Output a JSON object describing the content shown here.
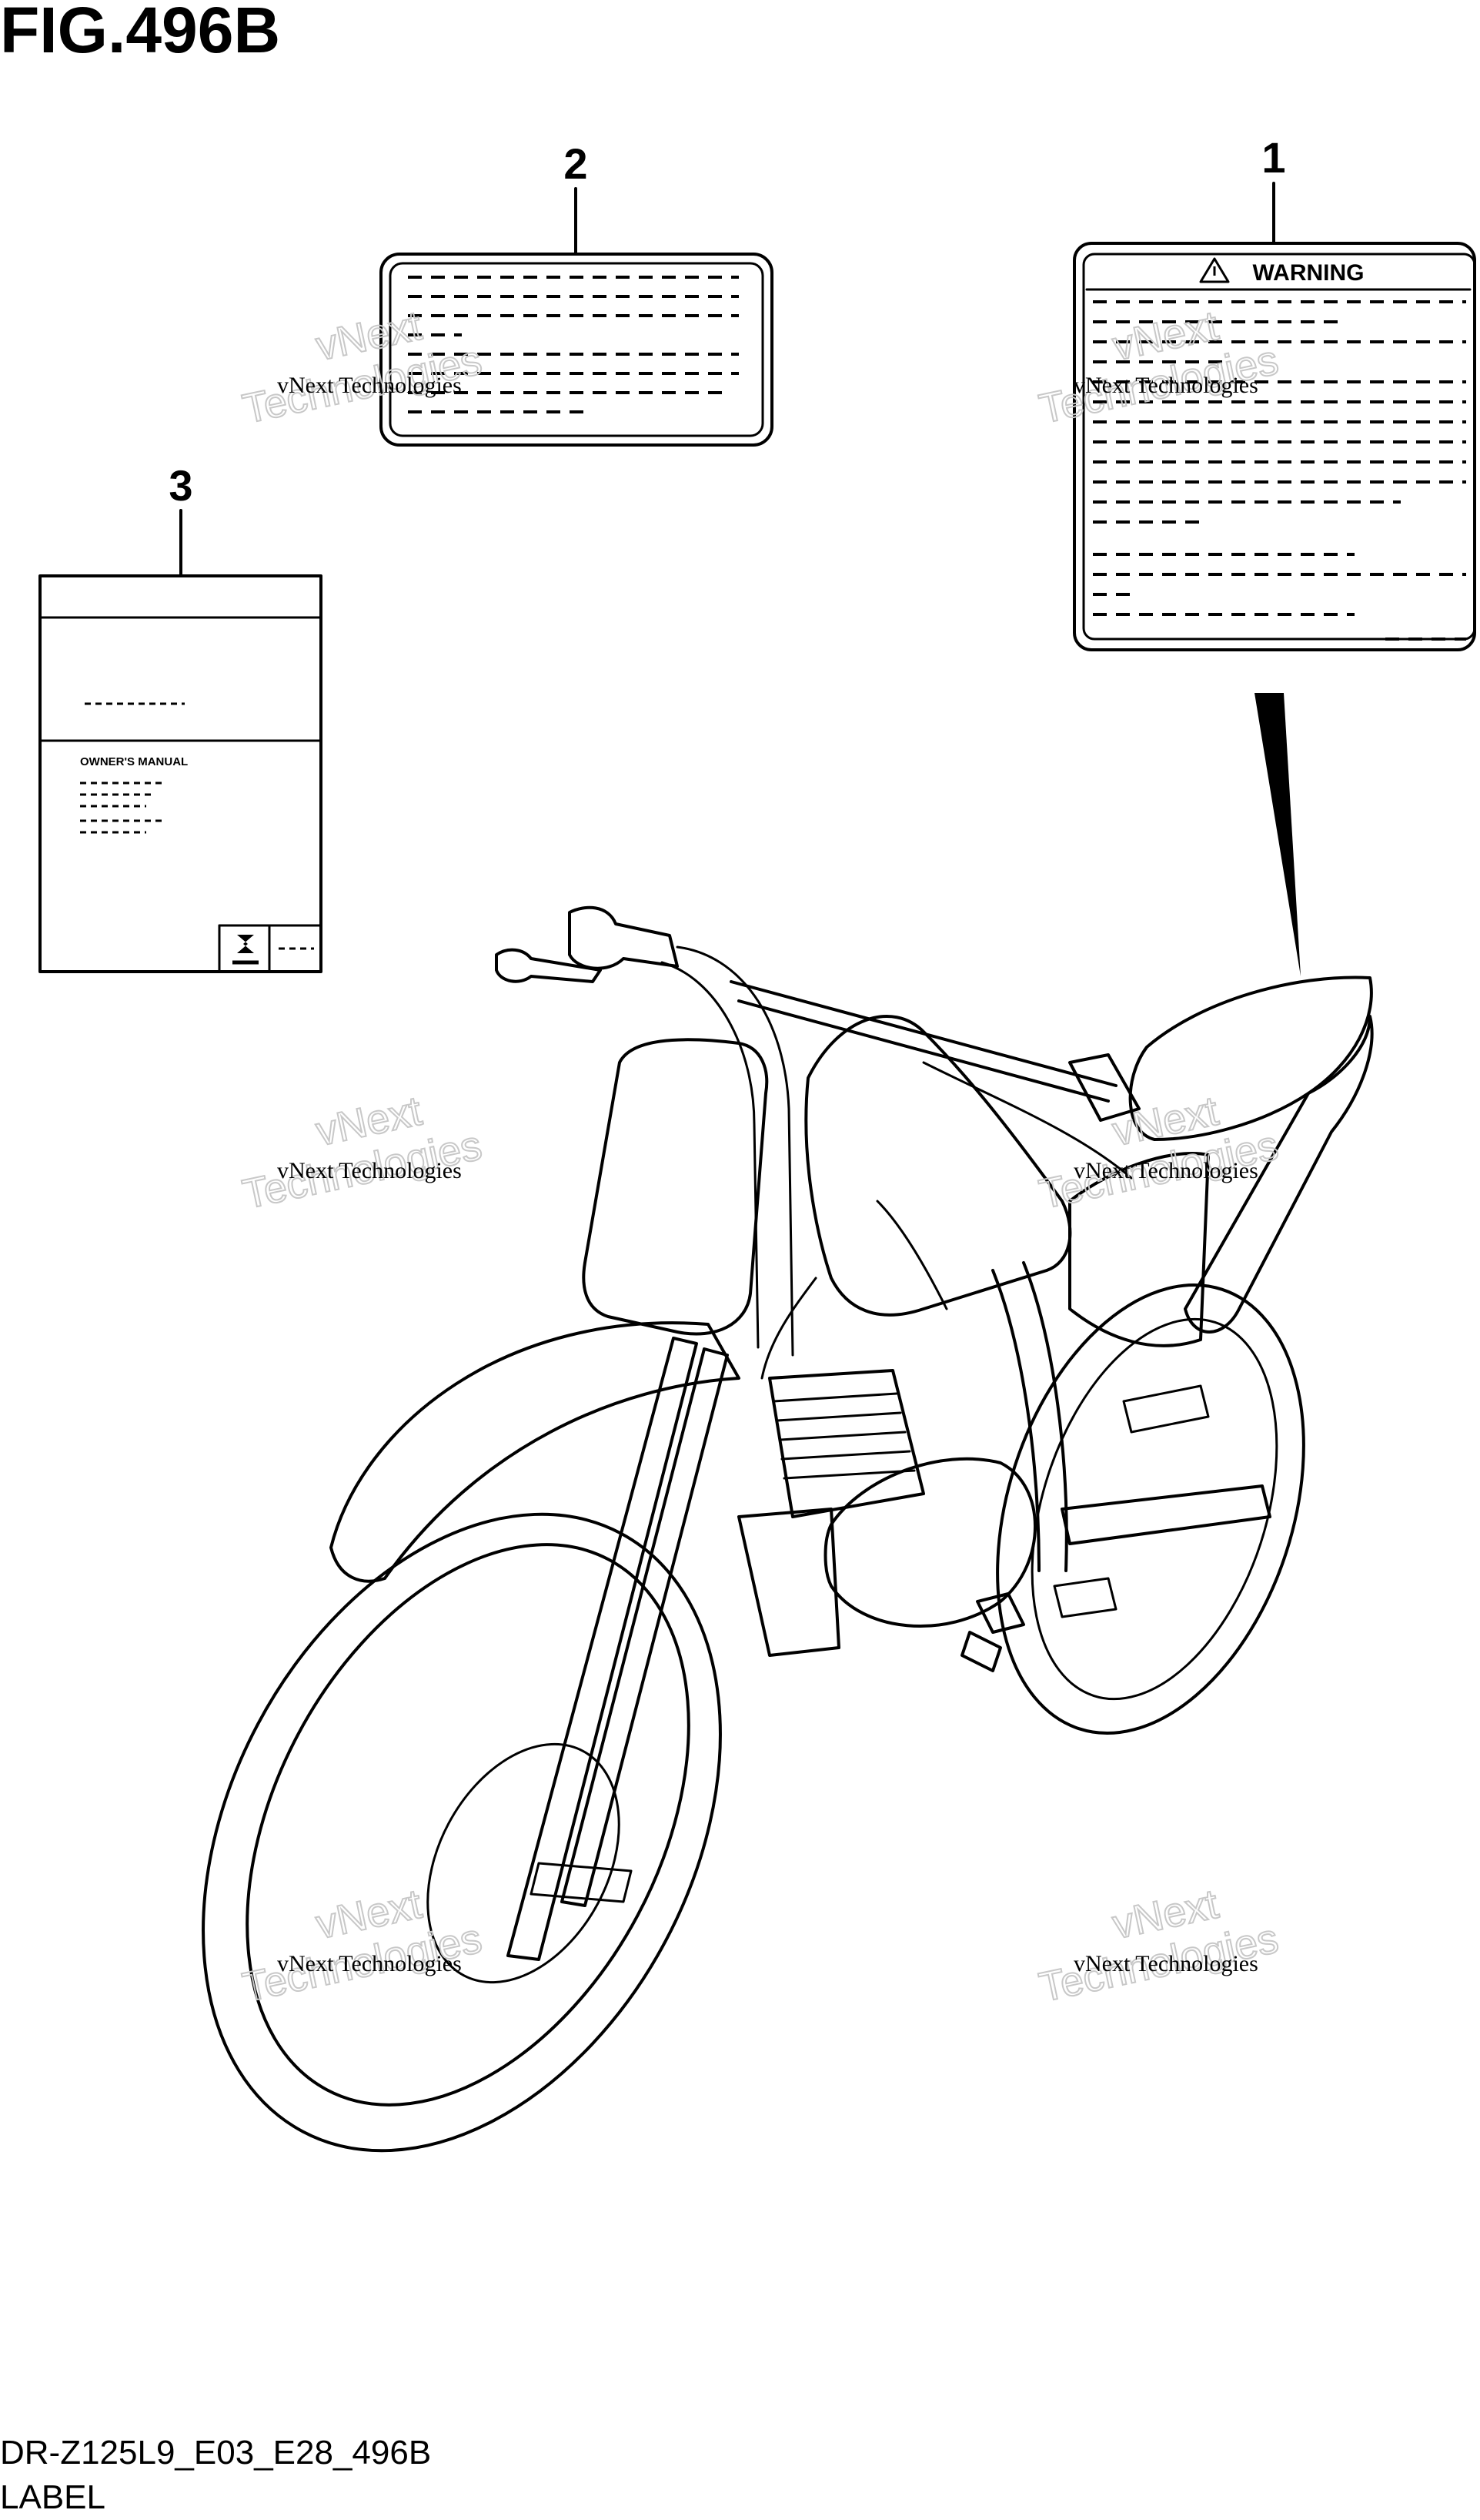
{
  "figure": {
    "title": "FIG.496B",
    "model_code": "DR-Z125L9_E03_E28_496B",
    "section": "LABEL"
  },
  "callouts": [
    {
      "number": "1",
      "part": "warning-label"
    },
    {
      "number": "2",
      "part": "info-label"
    },
    {
      "number": "3",
      "part": "owners-manual"
    }
  ],
  "labels": {
    "warning_heading": "WARNING",
    "manual_title": "OWNER'S MANUAL"
  },
  "watermark": {
    "text": "vNext Technologies",
    "line1": "vNext",
    "line2": "Technologies"
  },
  "icons": {
    "warning": "warning-triangle-icon",
    "brand": "suzuki-logo-icon"
  },
  "colors": {
    "ink": "#000000",
    "paper": "#ffffff",
    "watermark_ghost": "#c8c8c8"
  }
}
